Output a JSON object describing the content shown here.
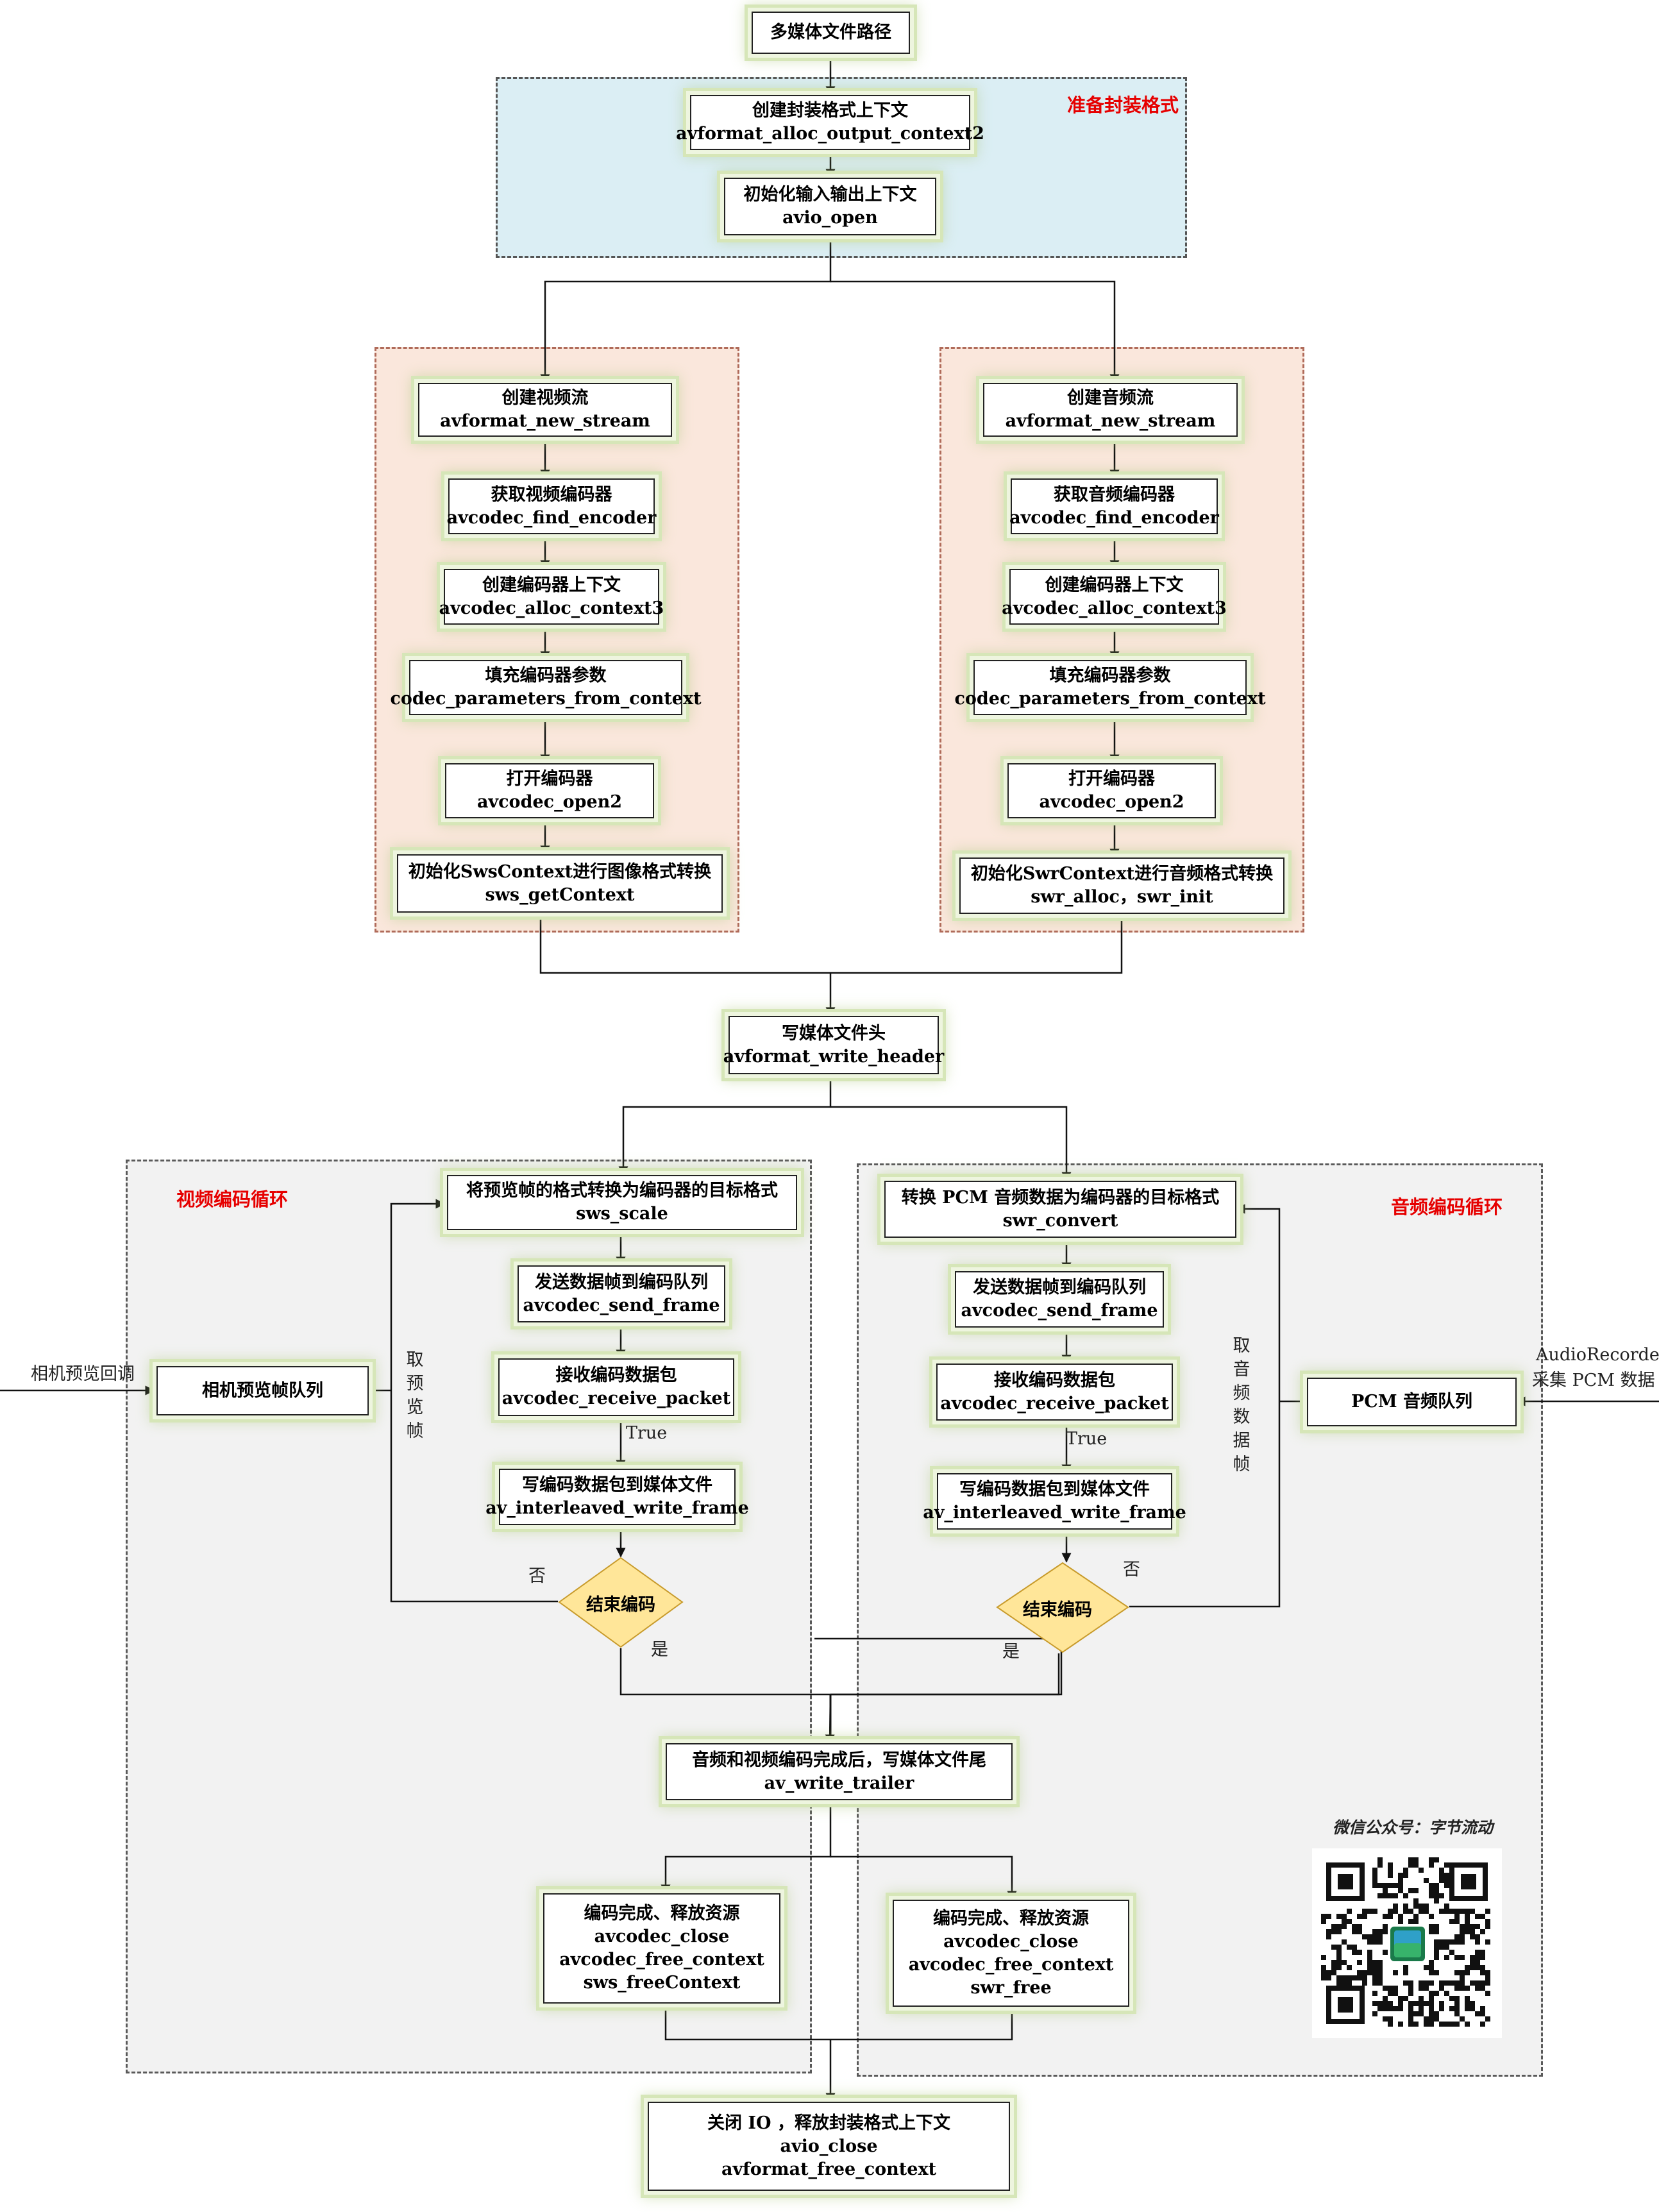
{
  "regions": {
    "prepare": "准备封装格式",
    "video_loop": "视频编码循环",
    "audio_loop": "音频编码循环"
  },
  "top": {
    "path": "多媒体文件路径",
    "alloc_ctx": "创建封装格式上下文",
    "alloc_ctx_fn": "avformat_alloc_output_context2",
    "avio": "初始化输入输出上下文",
    "avio_fn": "avio_open"
  },
  "video": {
    "new_stream": "创建视频流",
    "new_stream_fn": "avformat_new_stream",
    "find_encoder": "获取视频编码器",
    "find_encoder_fn": "avcodec_find_encoder",
    "alloc_ctx": "创建编码器上下文",
    "alloc_ctx_fn": "avcodec_alloc_context3",
    "params": "填充编码器参数",
    "params_fn": "codec_parameters_from_context",
    "open": "打开编码器",
    "open_fn": "avcodec_open2",
    "sws": "初始化SwsContext进行图像格式转换",
    "sws_fn": "sws_getContext"
  },
  "audio": {
    "new_stream": "创建音频流",
    "new_stream_fn": "avformat_new_stream",
    "find_encoder": "获取音频编码器",
    "find_encoder_fn": "avcodec_find_encoder",
    "alloc_ctx": "创建编码器上下文",
    "alloc_ctx_fn": "avcodec_alloc_context3",
    "params": "填充编码器参数",
    "params_fn": "codec_parameters_from_context",
    "open": "打开编码器",
    "open_fn": "avcodec_open2",
    "swr": "初始化SwrContext进行音频格式转换",
    "swr_fn": "swr_alloc，swr_init"
  },
  "header": {
    "label": "写媒体文件头",
    "fn": "avformat_write_header"
  },
  "vloop": {
    "scale": "将预览帧的格式转换为编码器的目标格式",
    "scale_fn": "sws_scale",
    "send": "发送数据帧到编码队列",
    "send_fn": "avcodec_send_frame",
    "receive": "接收编码数据包",
    "receive_fn": "avcodec_receive_packet",
    "true_label": "True",
    "write": "写编码数据包到媒体文件",
    "write_fn": "av_interleaved_write_frame",
    "end": "结束编码",
    "no": "否",
    "yes": "是",
    "queue": "相机预览帧队列",
    "input": "相机预览回调",
    "fetch": "取预览帧"
  },
  "aloop": {
    "convert": "转换 PCM 音频数据为编码器的目标格式",
    "convert_fn": "swr_convert",
    "send": "发送数据帧到编码队列",
    "send_fn": "avcodec_send_frame",
    "receive": "接收编码数据包",
    "receive_fn": "avcodec_receive_packet",
    "true_label": "True",
    "write": "写编码数据包到媒体文件",
    "write_fn": "av_interleaved_write_frame",
    "end": "结束编码",
    "no": "否",
    "yes": "是",
    "queue": "PCM 音频队列",
    "input_line1": "AudioRecorder",
    "input_line2": "采集 PCM 数据",
    "fetch": "取音频数据帧"
  },
  "trailer": {
    "label": "音频和视频编码完成后，写媒体文件尾",
    "fn": "av_write_trailer"
  },
  "release_video": {
    "label": "编码完成、释放资源",
    "fn1": "avcodec_close",
    "fn2": "avcodec_free_context",
    "fn3": "sws_freeContext"
  },
  "release_audio": {
    "label": "编码完成、释放资源",
    "fn1": "avcodec_close",
    "fn2": "avcodec_free_context",
    "fn3": "swr_free"
  },
  "close": {
    "label": "关闭 IO ，释放封装格式上下文",
    "fn1": "avio_close",
    "fn2": "avformat_free_context"
  },
  "wechat": {
    "title": "微信公众号：字节流动",
    "qr_icon": "qr-code-icon"
  }
}
